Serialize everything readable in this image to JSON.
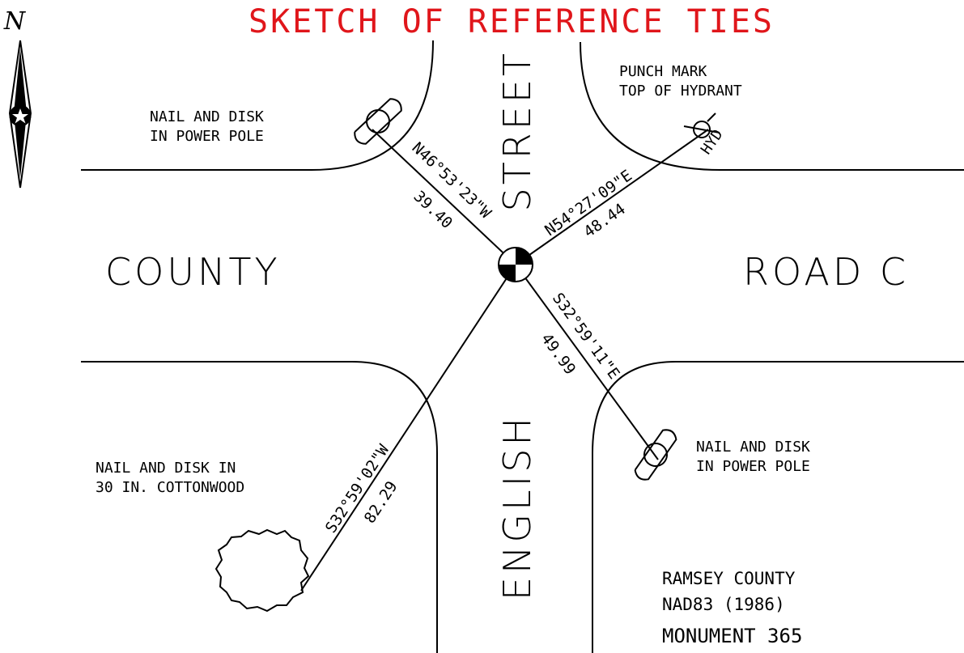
{
  "title": "SKETCH OF REFERENCE TIES",
  "north_label": "N",
  "streets": {
    "county": "COUNTY",
    "road_c": "ROAD  C",
    "street": "STREET",
    "english": "ENGLISH"
  },
  "references": {
    "pole_nw": {
      "line1": "NAIL AND DISK",
      "line2": "IN POWER POLE",
      "bearing": "N46°53'23\"W",
      "distance": "39.40"
    },
    "hydrant_ne": {
      "line1": "PUNCH MARK",
      "line2": "TOP OF HYDRANT",
      "symbol_label": "HYD",
      "bearing": "N54°27'09\"E",
      "distance": "48.44"
    },
    "pole_se": {
      "line1": "NAIL AND DISK",
      "line2": "IN POWER POLE",
      "bearing": "S32°59'11\"E",
      "distance": "49.99"
    },
    "tree_sw": {
      "line1": "NAIL AND DISK IN",
      "line2": "30 IN. COTTONWOOD",
      "bearing": "S32°59'02\"W",
      "distance": "82.29"
    }
  },
  "info": {
    "county": "RAMSEY COUNTY",
    "datum": "NAD83 (1986)",
    "monument": "MONUMENT 365"
  }
}
